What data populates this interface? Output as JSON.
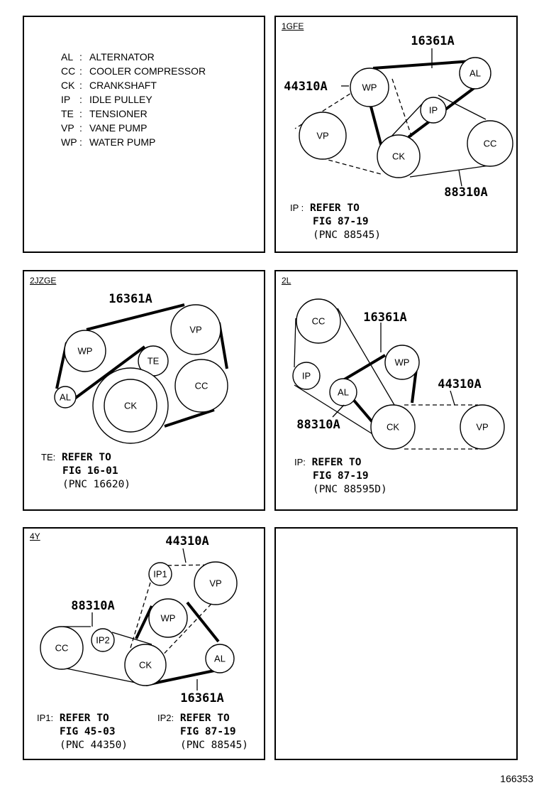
{
  "legend": [
    {
      "abbr": "AL",
      "sep": ":",
      "name": "ALTERNATOR"
    },
    {
      "abbr": "CC",
      "sep": ":",
      "name": "COOLER COMPRESSOR"
    },
    {
      "abbr": "CK",
      "sep": ":",
      "name": "CRANKSHAFT"
    },
    {
      "abbr": "IP",
      "sep": ":",
      "name": "IDLE PULLEY"
    },
    {
      "abbr": "TE",
      "sep": ":",
      "name": "TENSIONER"
    },
    {
      "abbr": "VP",
      "sep": ":",
      "name": "VANE PUMP"
    },
    {
      "abbr": "WP",
      "sep": ":",
      "name": "WATER PUMP"
    }
  ],
  "pulleys": {
    "AL": "AL",
    "CC": "CC",
    "CK": "CK",
    "IP": "IP",
    "TE": "TE",
    "VP": "VP",
    "WP": "WP",
    "IP1": "IP1",
    "IP2": "IP2"
  },
  "parts": {
    "p16361A": "16361A",
    "p44310A": "44310A",
    "p88310A": "88310A"
  },
  "engines": {
    "e1gfe": {
      "tag": "1GFE",
      "note": {
        "prefix": "IP :",
        "line1": "REFER TO",
        "line2": "FIG 87-19",
        "line3": "(PNC 88545)"
      }
    },
    "e2jzge": {
      "tag": "2JZGE",
      "note": {
        "prefix": "TE:",
        "line1": "REFER TO",
        "line2": "FIG 16-01",
        "line3": "(PNC 16620)"
      }
    },
    "e2l": {
      "tag": "2L",
      "note": {
        "prefix": "IP:",
        "line1": "REFER TO",
        "line2": "FIG 87-19",
        "line3": "(PNC 88595D)"
      }
    },
    "e4y": {
      "tag": "4Y",
      "note1": {
        "prefix": "IP1:",
        "line1": "REFER TO",
        "line2": "FIG 45-03",
        "line3": "(PNC 44350)"
      },
      "note2": {
        "prefix": "IP2:",
        "line1": "REFER TO",
        "line2": "FIG 87-19",
        "line3": "(PNC 88545)"
      }
    }
  },
  "figure_id": "166353"
}
